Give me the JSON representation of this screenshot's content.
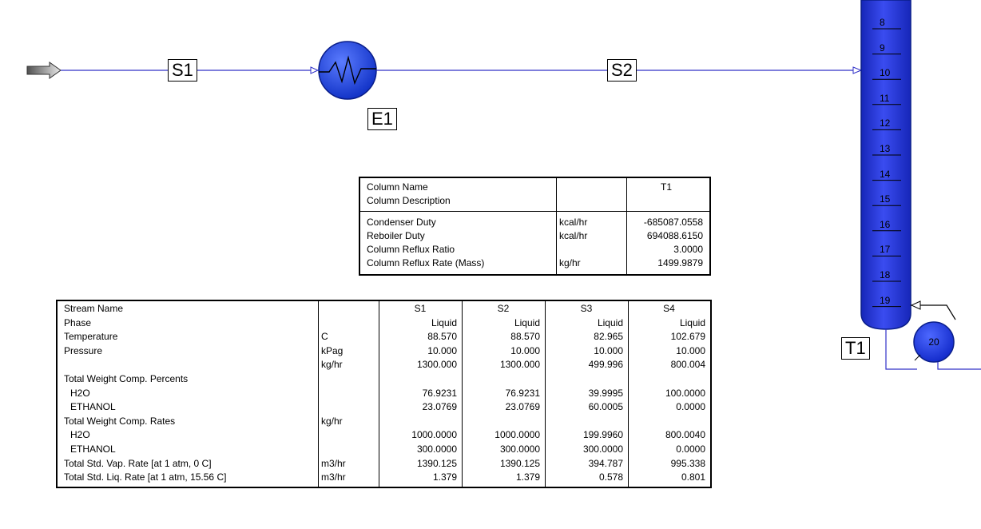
{
  "flowsheet": {
    "streams": {
      "s1": "S1",
      "s2": "S2"
    },
    "exchanger_label": "E1",
    "column_label": "T1",
    "reboiler_tray": "20",
    "tray_numbers": [
      "8",
      "9",
      "10",
      "11",
      "12",
      "13",
      "14",
      "15",
      "16",
      "17",
      "18",
      "19"
    ],
    "colors": {
      "column_fill": "#1e2fd6",
      "stream_line": "#3030c8",
      "exchanger_fill": "#1b45e0"
    }
  },
  "column_table": {
    "rows": [
      {
        "name": "Column Name",
        "unit": "",
        "value": "T1"
      },
      {
        "name": "Column Description",
        "unit": "",
        "value": ""
      },
      {
        "name": "Condenser Duty",
        "unit": "kcal/hr",
        "value": "-685087.0558"
      },
      {
        "name": "Reboiler Duty",
        "unit": "kcal/hr",
        "value": "694088.6150"
      },
      {
        "name": "Column Reflux Ratio",
        "unit": "",
        "value": "3.0000"
      },
      {
        "name": "Column Reflux Rate (Mass)",
        "unit": "kg/hr",
        "value": "1499.9879"
      }
    ]
  },
  "stream_table": {
    "header": {
      "name": "Stream Name",
      "cols": [
        "S1",
        "S2",
        "S3",
        "S4"
      ]
    },
    "rows": [
      {
        "name": "Phase",
        "unit": "",
        "vals": [
          "Liquid",
          "Liquid",
          "Liquid",
          "Liquid"
        ]
      },
      {
        "name": "Temperature",
        "unit": "C",
        "vals": [
          "88.570",
          "88.570",
          "82.965",
          "102.679"
        ]
      },
      {
        "name": "Pressure",
        "unit": "kPag",
        "vals": [
          "10.000",
          "10.000",
          "10.000",
          "10.000"
        ]
      },
      {
        "name": "",
        "unit": "kg/hr",
        "vals": [
          "1300.000",
          "1300.000",
          "499.996",
          "800.004"
        ]
      },
      {
        "name": "Total Weight Comp. Percents",
        "unit": "",
        "vals": [
          "",
          "",
          "",
          ""
        ]
      },
      {
        "name": "H2O",
        "unit": "",
        "vals": [
          "76.9231",
          "76.9231",
          "39.9995",
          "100.0000"
        ]
      },
      {
        "name": "ETHANOL",
        "unit": "",
        "vals": [
          "23.0769",
          "23.0769",
          "60.0005",
          "0.0000"
        ]
      },
      {
        "name": "Total Weight Comp. Rates",
        "unit": "kg/hr",
        "vals": [
          "",
          "",
          "",
          ""
        ]
      },
      {
        "name": "H2O",
        "unit": "",
        "vals": [
          "1000.0000",
          "1000.0000",
          "199.9960",
          "800.0040"
        ]
      },
      {
        "name": "ETHANOL",
        "unit": "",
        "vals": [
          "300.0000",
          "300.0000",
          "300.0000",
          "0.0000"
        ]
      },
      {
        "name": "Total Std. Vap. Rate [at 1 atm, 0 C]",
        "unit": "m3/hr",
        "vals": [
          "1390.125",
          "1390.125",
          "394.787",
          "995.338"
        ]
      },
      {
        "name": "Total Std. Liq. Rate [at 1 atm, 15.56 C]",
        "unit": "m3/hr",
        "vals": [
          "1.379",
          "1.379",
          "0.578",
          "0.801"
        ]
      }
    ]
  }
}
